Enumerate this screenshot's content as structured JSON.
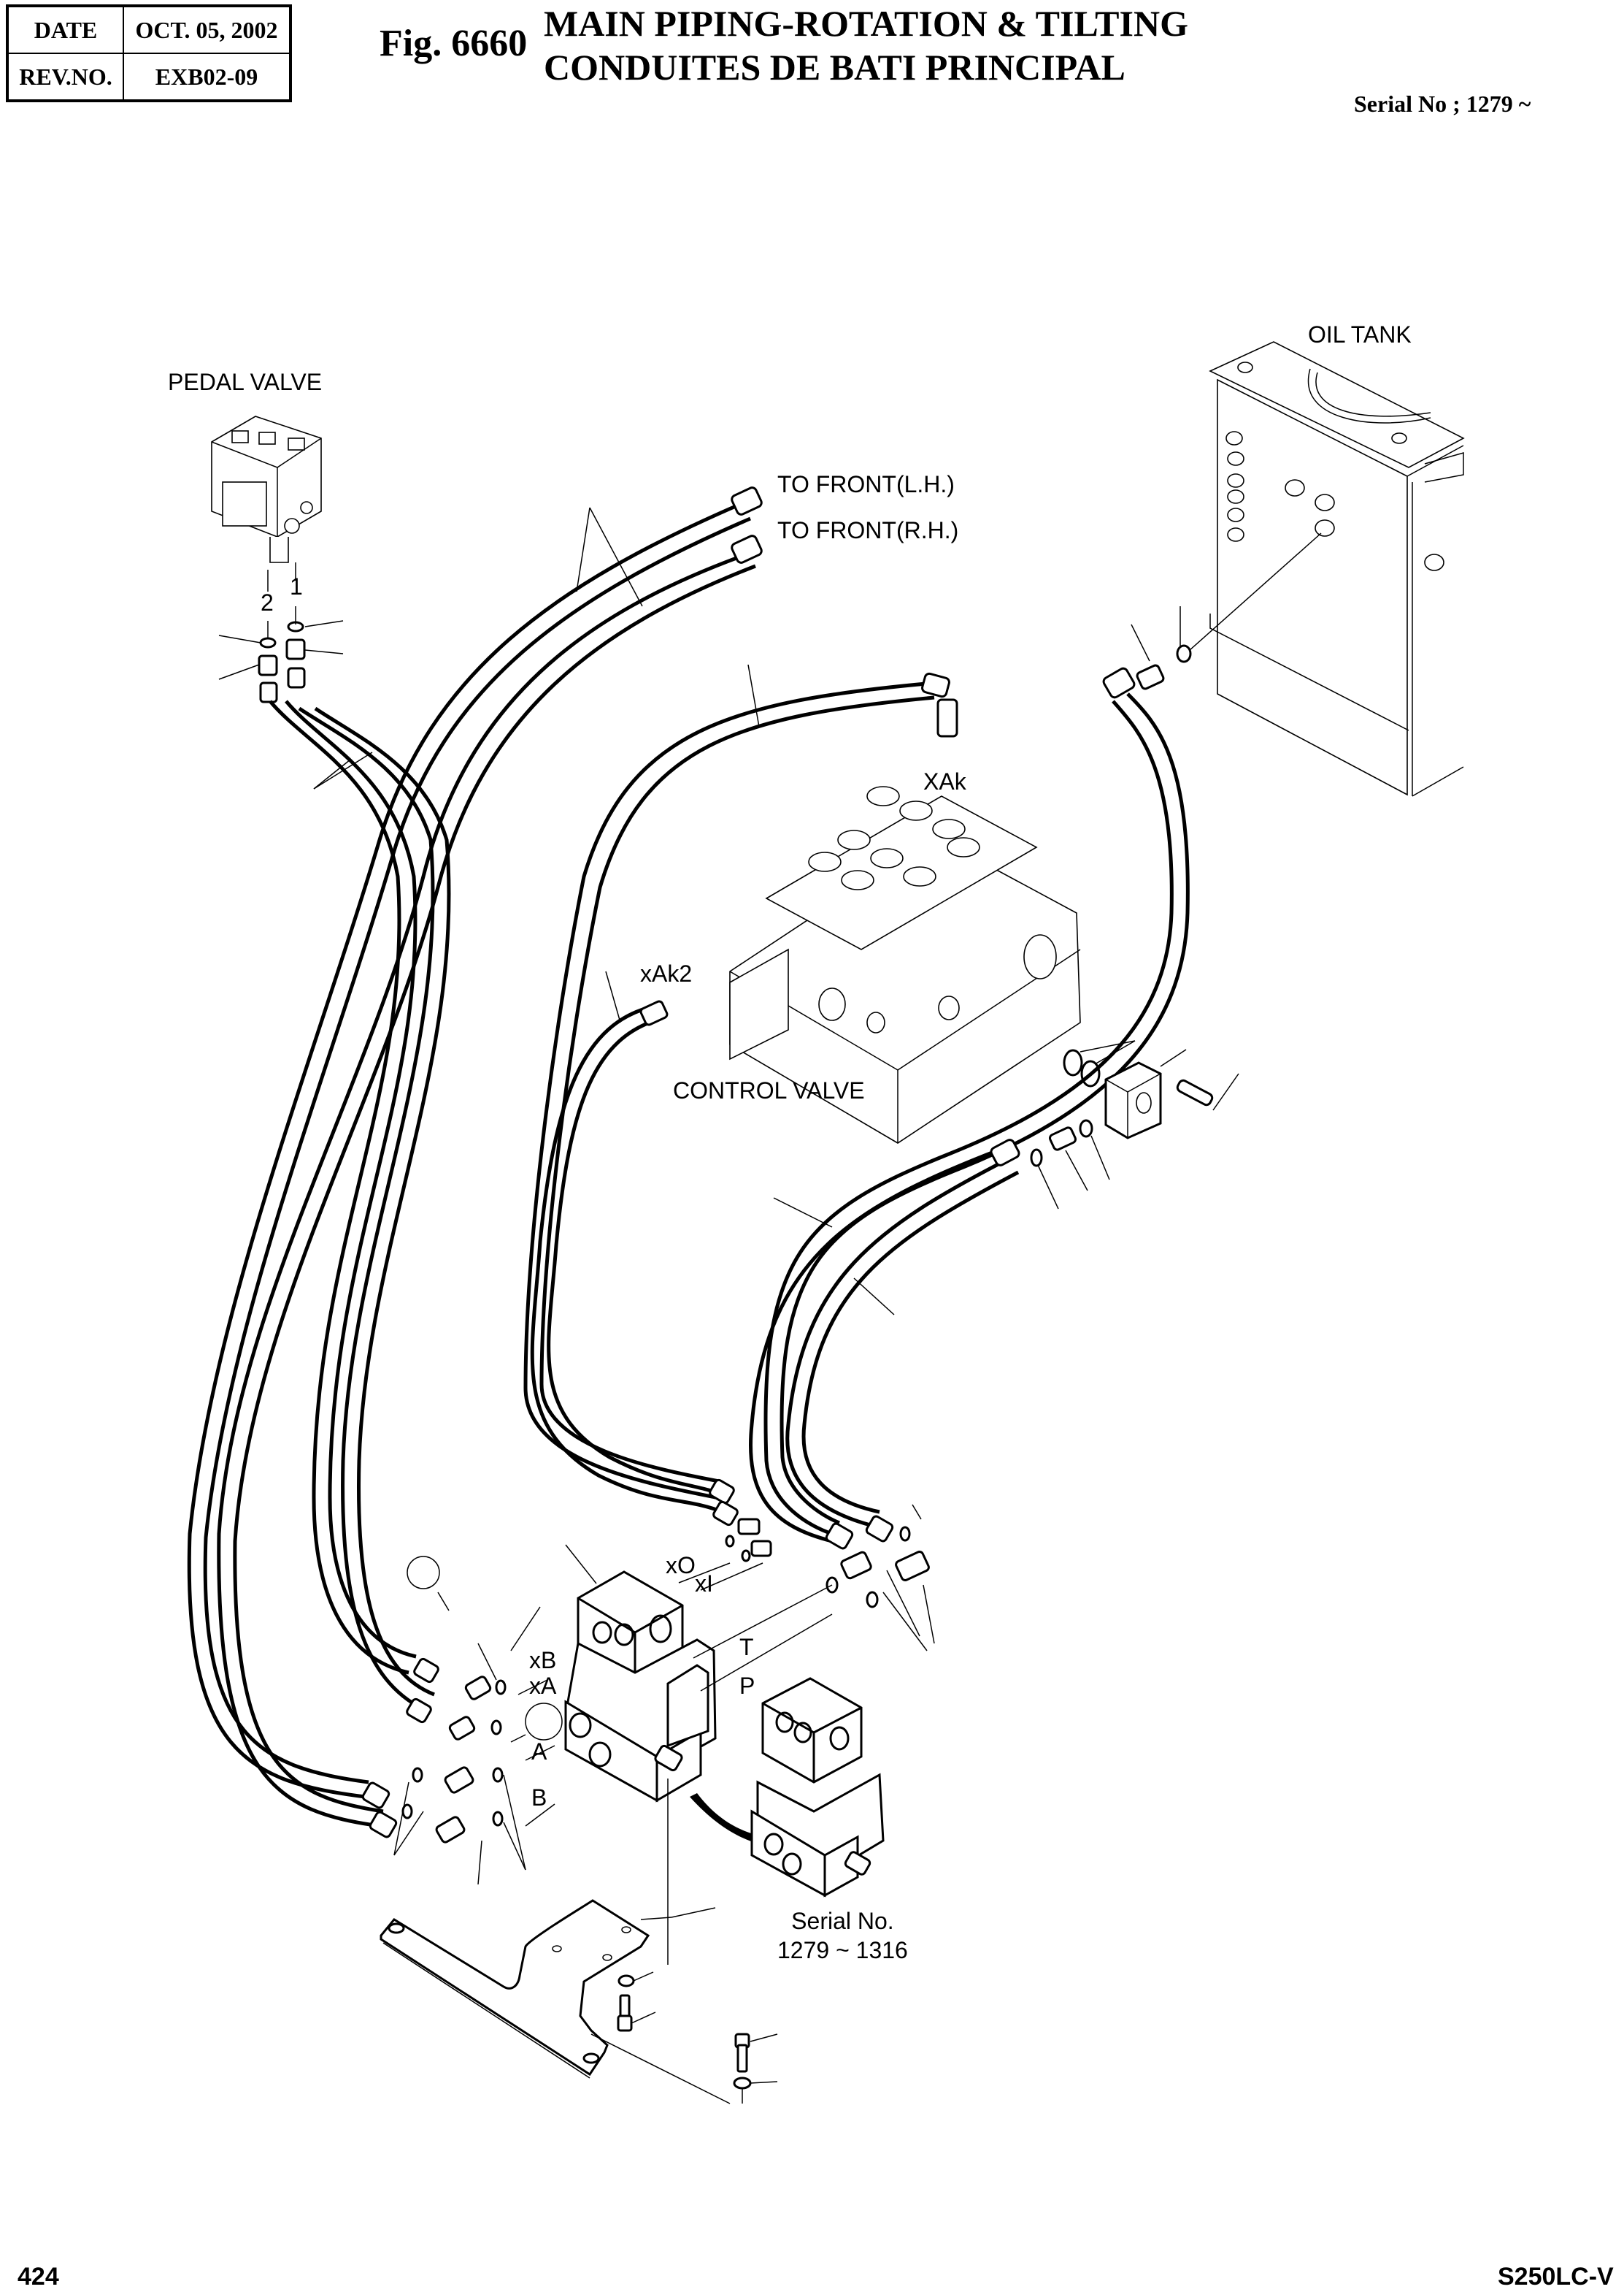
{
  "header": {
    "date_label": "DATE",
    "date_value": "OCT. 05, 2002",
    "rev_label": "REV.NO.",
    "rev_value": "EXB02-09",
    "figure_number": "Fig. 6660",
    "title_en": "MAIN PIPING-ROTATION & TILTING",
    "title_fr": "CONDUITES DE BATI PRINCIPAL",
    "serial_range": "Serial No ; 1279 ~"
  },
  "components": {
    "pedal_valve": "PEDAL VALVE",
    "oil_tank": "OIL TANK",
    "control_valve": "CONTROL VALVE",
    "to_front_lh": "TO FRONT(L.H.)",
    "to_front_rh": "TO FRONT(R.H.)"
  },
  "port_labels": {
    "pedal_port_2": "2",
    "pedal_port_1": "1",
    "xak": "XAk",
    "xak2": "xAk2",
    "xo": "xO",
    "xi": "xI",
    "xb": "xB",
    "xa": "xA",
    "t": "T",
    "p": "P",
    "a": "A",
    "b": "B"
  },
  "variant_note": {
    "line1": "Serial No.",
    "line2": "1279 ~ 1316"
  },
  "footer": {
    "page_number": "424",
    "model": "S250LC-V"
  }
}
